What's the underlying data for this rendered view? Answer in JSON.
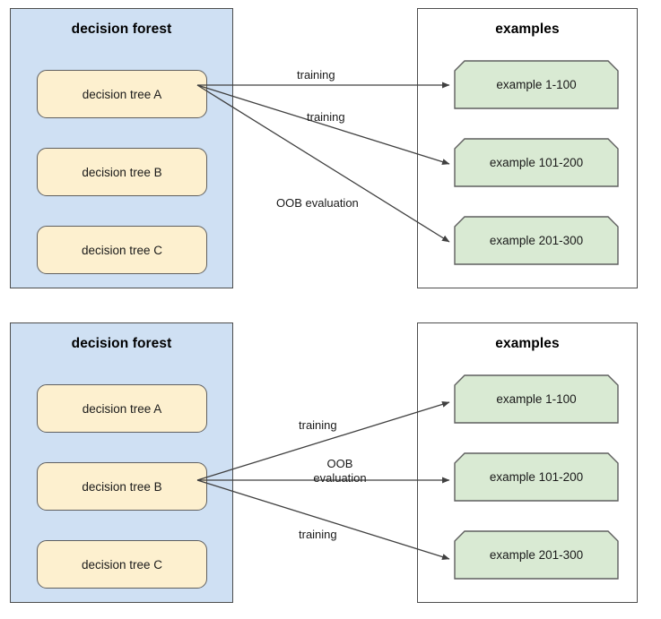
{
  "colors": {
    "forest_panel_fill": "#cfe0f3",
    "examples_panel_fill": "#ffffff",
    "panel_border": "#4d4d4d",
    "tree_box_fill": "#fdf0cf",
    "tree_box_border": "#5f5f5f",
    "example_box_fill": "#d9ead3",
    "example_box_border": "#5f5f5f",
    "arrow_stroke": "#404040",
    "text": "#1a1a1a",
    "background": "#ffffff"
  },
  "diagrams": [
    {
      "id": "top",
      "forest": {
        "title": "decision forest",
        "trees": [
          {
            "label": "decision tree A",
            "highlighted": true
          },
          {
            "label": "decision tree B",
            "highlighted": false
          },
          {
            "label": "decision tree C",
            "highlighted": false
          }
        ]
      },
      "examples": {
        "title": "examples",
        "items": [
          {
            "label": "example 1-100"
          },
          {
            "label": "example 101-200"
          },
          {
            "label": "example 201-300"
          }
        ]
      },
      "edges": [
        {
          "from": "decision tree A",
          "to": "example 1-100",
          "label": "training"
        },
        {
          "from": "decision tree A",
          "to": "example 101-200",
          "label": "training"
        },
        {
          "from": "decision tree A",
          "to": "example 201-300",
          "label": "OOB evaluation"
        }
      ]
    },
    {
      "id": "bottom",
      "forest": {
        "title": "decision forest",
        "trees": [
          {
            "label": "decision tree A",
            "highlighted": false
          },
          {
            "label": "decision tree B",
            "highlighted": true
          },
          {
            "label": "decision tree C",
            "highlighted": false
          }
        ]
      },
      "examples": {
        "title": "examples",
        "items": [
          {
            "label": "example 1-100"
          },
          {
            "label": "example 101-200"
          },
          {
            "label": "example 201-300"
          }
        ]
      },
      "edges": [
        {
          "from": "decision tree B",
          "to": "example 1-100",
          "label": "training"
        },
        {
          "from": "decision tree B",
          "to": "example 101-200",
          "label": "OOB evaluation",
          "label_line_1": "OOB",
          "label_line_2": "evaluation"
        },
        {
          "from": "decision tree B",
          "to": "example 201-300",
          "label": "training"
        }
      ]
    }
  ]
}
